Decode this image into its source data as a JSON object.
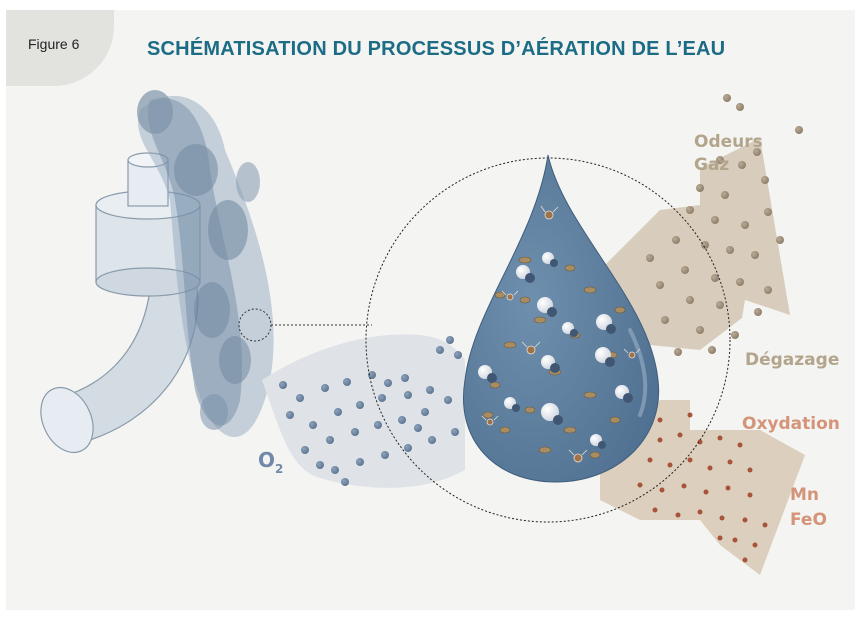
{
  "figure_label": "Figure 6",
  "title": "SCHÉMATISATION DU PROCESSUS D’AÉRATION DE L’EAU",
  "labels": {
    "odeurs": "Odeurs",
    "gaz": "Gaz",
    "degazage": "Dégazage",
    "oxydation": "Oxydation",
    "mn": "Mn",
    "feo": "FeO",
    "o2_main": "O",
    "o2_sub": "2"
  },
  "colors": {
    "title": "#1c6c86",
    "gas_label": "#b3a58c",
    "oxidation_label": "#d49479",
    "o2_label": "#7389aa",
    "drop": "#5d7e9e",
    "arrow_upper": "#d8cdbc",
    "arrow_lower": "#dccfbd",
    "dissolved_zone": "#dfe3e8"
  }
}
